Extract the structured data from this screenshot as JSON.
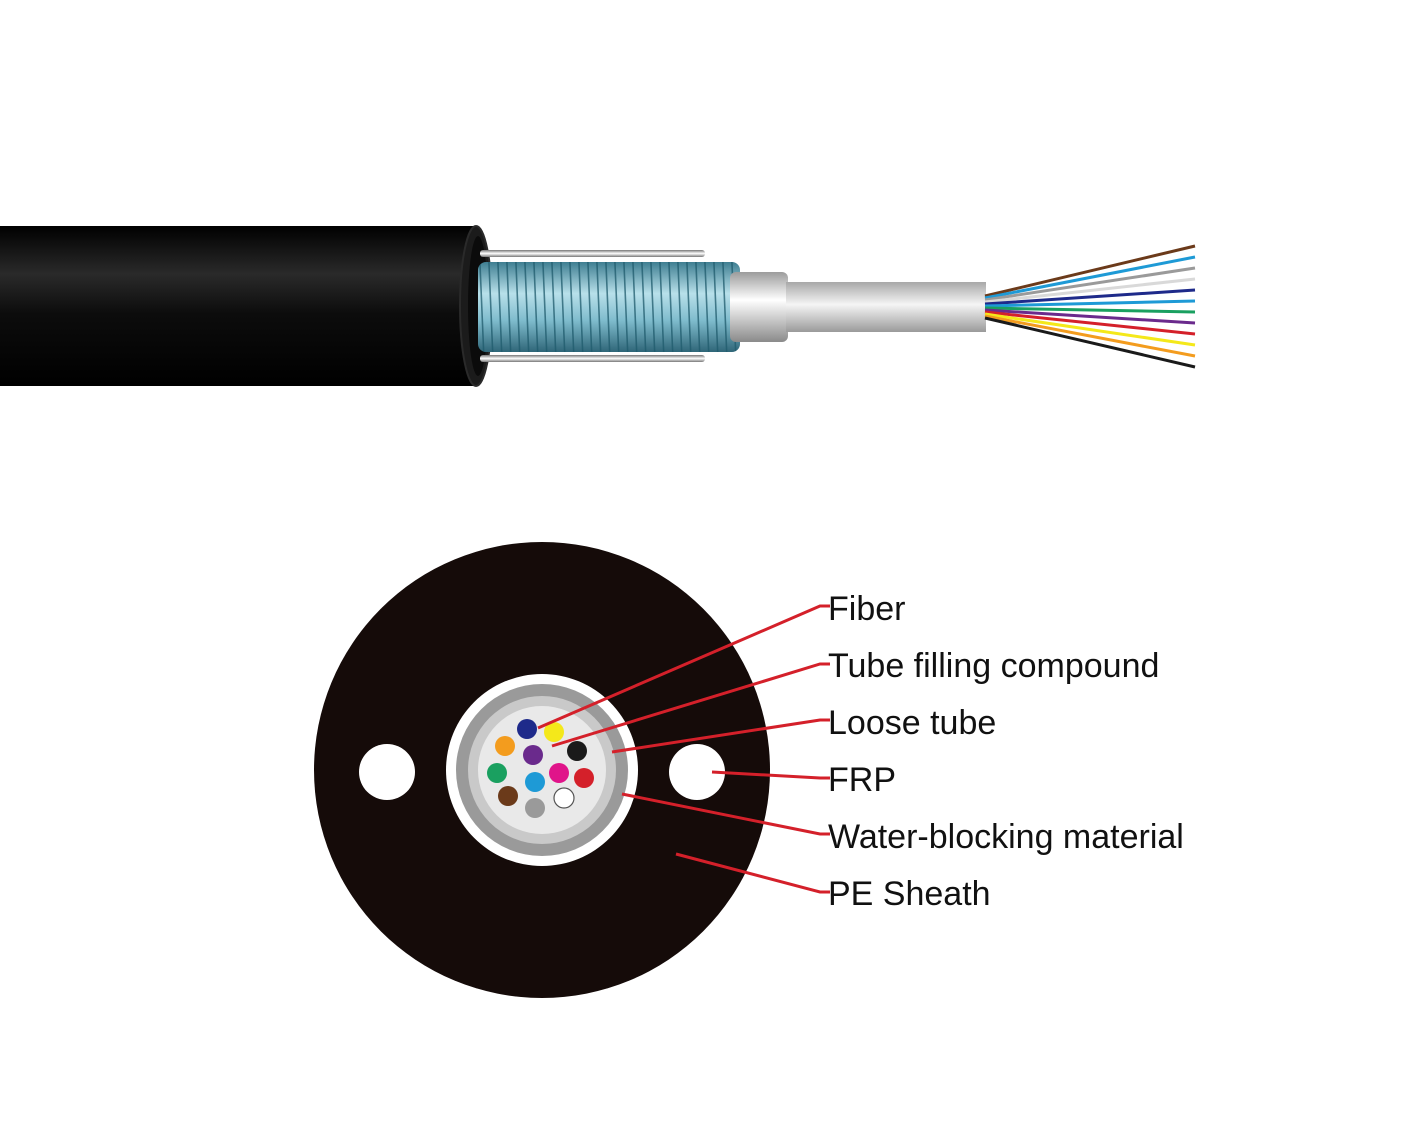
{
  "colors": {
    "background": "#ffffff",
    "sheath": "#0d0d0d",
    "cross_section_sheath": "#150b09",
    "leader_line": "#d4202a",
    "armor_tube": "#8fc4d0",
    "frp_rod": "#ffffff",
    "water_blocking_layer": "#9a9a9a",
    "loose_tube": "#ffffff",
    "filling_compound": "#e9e9e9"
  },
  "fiber_colors": [
    "#1e2a8a",
    "#f4e81a",
    "#f39c1e",
    "#6a2a8c",
    "#1a1a1a",
    "#1aa060",
    "#1e9ad6",
    "#e0148a",
    "#d4202a",
    "#6b3a1a",
    "#9a9a9a",
    "#ffffff"
  ],
  "callouts": [
    {
      "id": "fiber",
      "label": "Fiber"
    },
    {
      "id": "tube-filling-compound",
      "label": "Tube filling compound"
    },
    {
      "id": "loose-tube",
      "label": "Loose tube"
    },
    {
      "id": "frp",
      "label": "FRP"
    },
    {
      "id": "water-blocking-material",
      "label": "Water-blocking material"
    },
    {
      "id": "pe-sheath",
      "label": "PE Sheath"
    }
  ]
}
